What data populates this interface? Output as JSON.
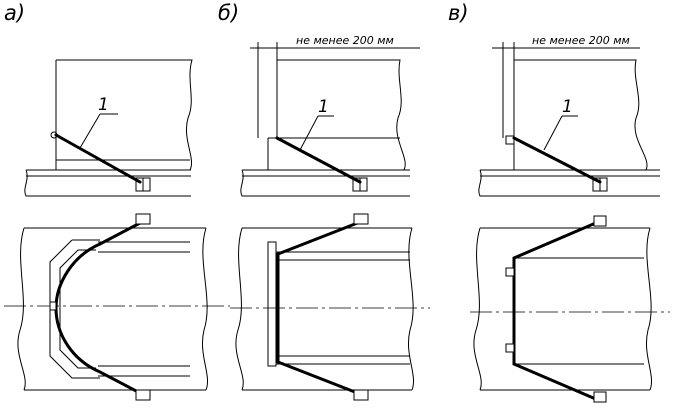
{
  "panels": {
    "a": {
      "letter": "а)",
      "callout": "1"
    },
    "b": {
      "letter": "б)",
      "callout": "1",
      "dimension": "не менее 200 мм"
    },
    "c": {
      "letter": "в)",
      "callout": "1",
      "dimension": "не менее 200 мм"
    }
  }
}
